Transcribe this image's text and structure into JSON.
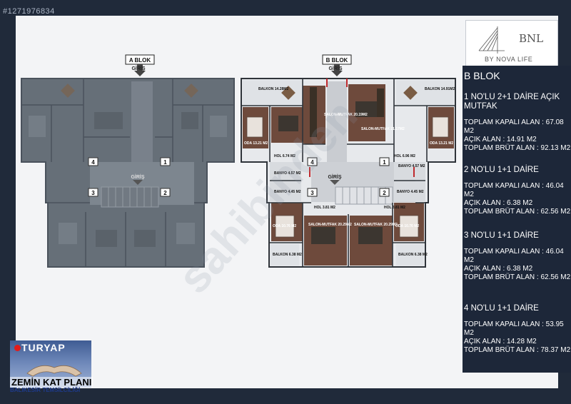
{
  "listing_id": "#1271976834",
  "brand": {
    "name": "BNL",
    "tagline": "BY NOVA LIFE"
  },
  "blocks": {
    "a": {
      "label": "A BLOK",
      "entrance": "GİRİŞ"
    },
    "b": {
      "label": "B BLOK",
      "entrance": "GİRİŞ"
    }
  },
  "unit_numbers": [
    "1",
    "2",
    "3",
    "4"
  ],
  "room_labels": {
    "balkon_1": "BALKON 14.28M2",
    "balkon_2": "BALKON 14.91M2",
    "salon_1": "SALON-MUTFAK 20.19M2",
    "salon_2": "SALON-MUTFAK 21.17M2",
    "oda_1": "ODA 13.21 M2",
    "oda_2": "ODA 13.21 M2",
    "hol_1": "HOL 6.74 M2",
    "hol_2": "HOL 6.96 M2",
    "banyo_1": "BANYO 4.57 M2",
    "banyo_2": "BANYO 4.57 M2",
    "banyo_3": "BANYO 4.45 M2",
    "banyo_4": "BANYO 4.45 M2",
    "hol_3": "HOL 3.81 M2",
    "hol_4": "HOL 3.81 M2",
    "oda_3": "ODA 10.76 M2",
    "oda_4": "ODA 10.76 M2",
    "salon_3": "SALON-MUTFAK 20.29M2",
    "salon_4": "SALON-MUTFAK 20.29M2",
    "balkon_3": "BALKON 6.38 M2",
    "balkon_4": "BALKON 6.38 M2",
    "giris_inner": "GİRİŞ"
  },
  "info": {
    "block_title": "B BLOK",
    "units": [
      {
        "name": "1 NO'LU 2+1 DAİRE AÇIK MUTFAK",
        "lines": [
          "TOPLAM KAPALI ALAN : 67.08 M2",
          "AÇIK ALAN : 14.91 M2",
          "TOPLAM BRÜT ALAN : 92.13 M2"
        ]
      },
      {
        "name": "2 NO'LU 1+1 DAİRE",
        "lines": [
          "TOPLAM KAPALI ALAN : 46.04 M2",
          "AÇIK ALAN : 6.38 M2",
          "TOPLAM BRÜT ALAN : 62.56 M2"
        ]
      },
      {
        "name": "3 NO'LU 1+1 DAİRE",
        "lines": [
          "TOPLAM KAPALI ALAN : 46.04 M2",
          "AÇIK ALAN : 6.38 M2",
          "TOPLAM BRÜT ALAN : 62.56 M2"
        ]
      },
      {
        "name": "4 NO'LU 1+1 DAİRE",
        "lines": [
          "TOPLAM KAPALI ALAN : 53.95 M2",
          "AÇIK ALAN : 14.28 M2",
          "TOPLAM BRÜT ALAN : 78.37 M2"
        ]
      }
    ]
  },
  "agency": {
    "name": "TURYAP",
    "plan_title": "ZEMİN KAT PLANI",
    "office": "BALIKESİR TEMSİLCİLİĞİ"
  },
  "watermark": "sahibinden",
  "colors": {
    "panel": "#1d2739",
    "wood": "#6e4a3c",
    "accent_red": "#c0292d"
  }
}
